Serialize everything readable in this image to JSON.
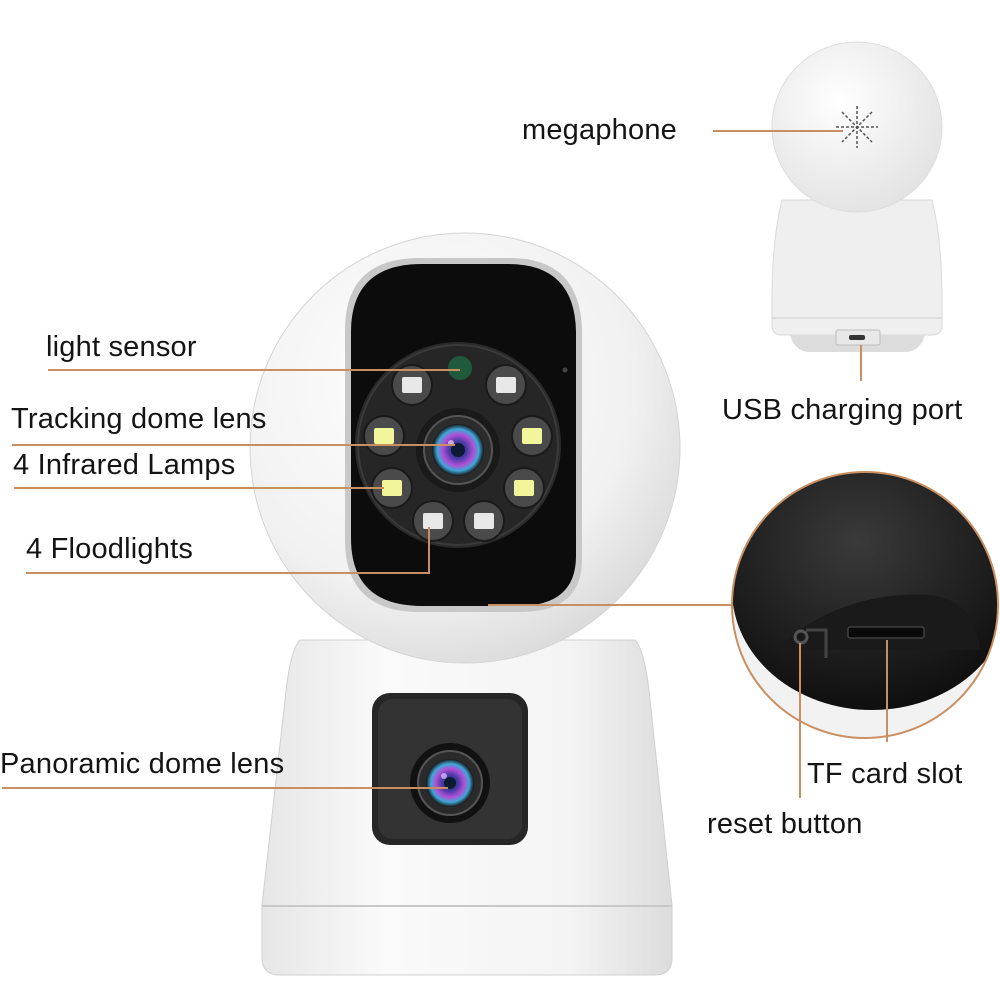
{
  "figure": {
    "type": "product-feature-diagram",
    "subject": "dual-lens pan-tilt security camera",
    "accent_color": "#c98f62",
    "text_color": "#141414"
  },
  "callouts": {
    "megaphone": "megaphone",
    "usb_port": "USB charging port",
    "light_sensor": "light sensor",
    "tracking_lens": "Tracking dome lens",
    "infrared_lamps": "4 Infrared Lamps",
    "floodlights": "4 Floodlights",
    "panoramic_lens": "Panoramic dome lens",
    "tf_card_slot": "TF card slot",
    "reset_button": "reset button"
  },
  "views": {
    "main": "front view of camera",
    "back": "rear view (small)",
    "detail": "bottom detail close-up"
  }
}
